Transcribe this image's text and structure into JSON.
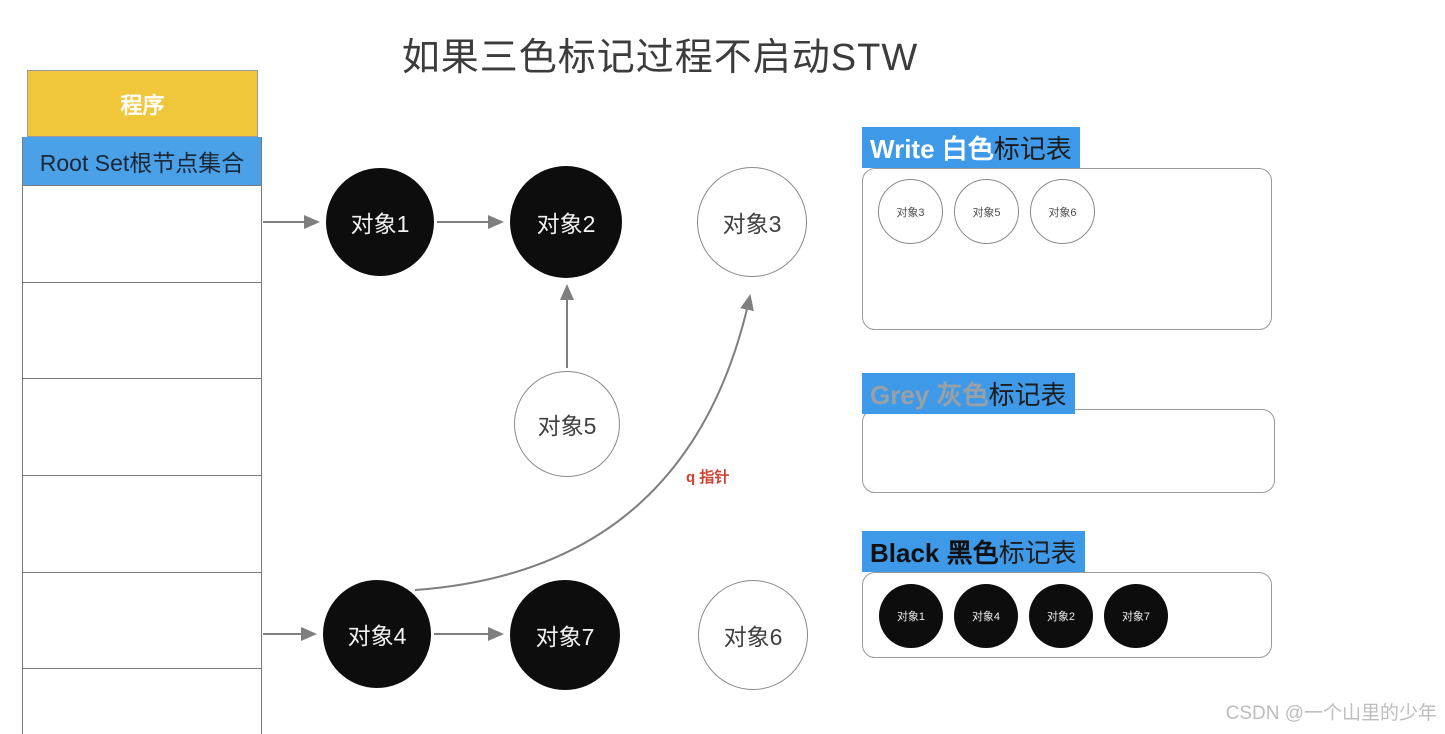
{
  "title": "如果三色标记过程不启动STW",
  "watermark": "CSDN @一个山里的少年",
  "program_table": {
    "header": "程序",
    "root_row": "Root Set根节点集合",
    "empty_row_count": 6
  },
  "graph": {
    "pointer_label": "q 指针",
    "nodes": [
      {
        "id": "obj1",
        "label": "对象1",
        "color": "black"
      },
      {
        "id": "obj2",
        "label": "对象2",
        "color": "black"
      },
      {
        "id": "obj3",
        "label": "对象3",
        "color": "white"
      },
      {
        "id": "obj5",
        "label": "对象5",
        "color": "white"
      },
      {
        "id": "obj4",
        "label": "对象4",
        "color": "black"
      },
      {
        "id": "obj7",
        "label": "对象7",
        "color": "black"
      },
      {
        "id": "obj6",
        "label": "对象6",
        "color": "white"
      }
    ],
    "edges": [
      "root→对象1",
      "对象1→对象2",
      "对象5→对象2",
      "root→对象4",
      "对象4→对象7",
      "对象4→对象3 (q 指针)"
    ]
  },
  "mark_tables": [
    {
      "label_colored": "Write 白色",
      "label_suffix": "标记表",
      "items": [
        {
          "label": "对象3"
        },
        {
          "label": "对象5"
        },
        {
          "label": "对象6"
        }
      ]
    },
    {
      "label_colored": "Grey 灰色",
      "label_suffix": "标记表",
      "items": []
    },
    {
      "label_colored": "Black 黑色",
      "label_suffix": "标记表",
      "items": [
        {
          "label": "对象1"
        },
        {
          "label": "对象4"
        },
        {
          "label": "对象2"
        },
        {
          "label": "对象7"
        }
      ]
    }
  ],
  "colors": {
    "header_yellow": "#F0C63B",
    "accent_blue": "#3E9AE8",
    "node_black": "#0D0D0D",
    "arrow_gray": "#7F7F7F",
    "pointer_red": "#CE4230",
    "title_gray": "#3C3C3C",
    "grey_label_text": "#9AA0A4",
    "watermark_gray": "#BDBDBD"
  }
}
